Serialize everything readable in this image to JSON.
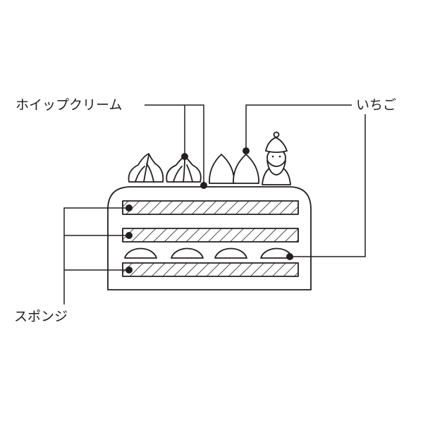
{
  "labels": {
    "whipped_cream": "ホイップクリーム",
    "strawberry": "いちご",
    "sponge": "スポンジ"
  },
  "colors": {
    "stroke": "#231f20",
    "fill": "#ffffff"
  }
}
